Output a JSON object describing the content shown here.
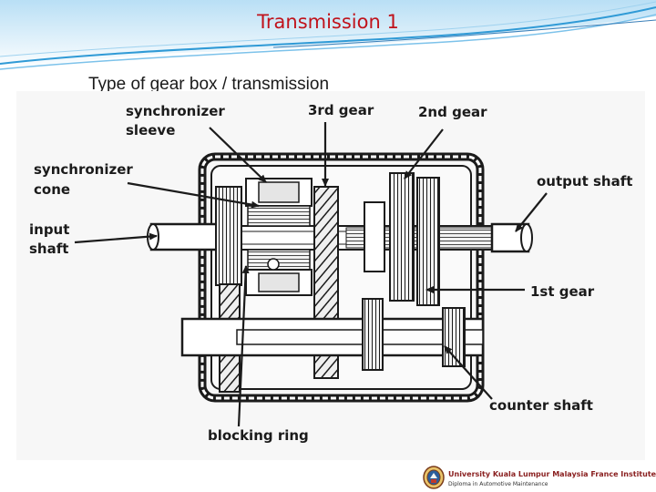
{
  "slide": {
    "title": "Transmission 1",
    "subtitle": "Type of gear box / transmission"
  },
  "diagram": {
    "labels": {
      "synchronizer_sleeve": [
        "synchronizer",
        "sleeve"
      ],
      "third_gear": "3rd gear",
      "second_gear": "2nd gear",
      "synchronizer_cone": [
        "synchronizer",
        "cone"
      ],
      "output_shaft": "output shaft",
      "input_shaft": [
        "input",
        "shaft"
      ],
      "first_gear": "1st gear",
      "counter_shaft": "counter shaft",
      "blocking_ring": "blocking ring"
    }
  },
  "footer": {
    "university": "University Kuala Lumpur Malaysia France Institute",
    "program": "Diploma in Automotive Maintenance"
  },
  "colors": {
    "title": "#c0121b",
    "header_wave": "#2f9ad6",
    "diagram_ink": "#1b1b1b"
  },
  "icons": {
    "logo": "university-crest-icon"
  }
}
